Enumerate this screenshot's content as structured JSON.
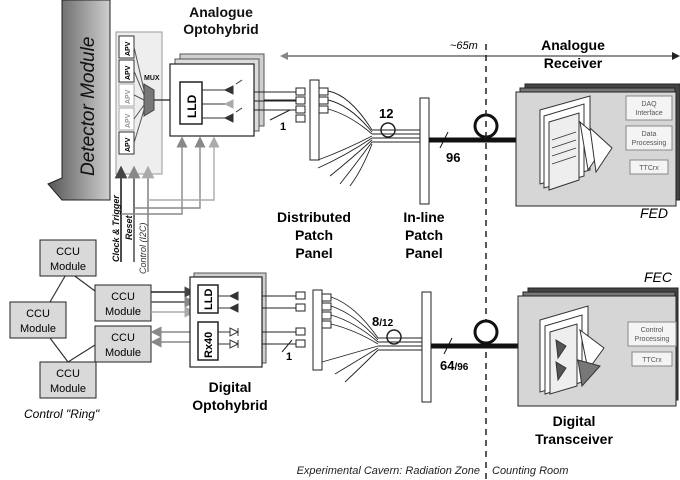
{
  "detector": {
    "module_label": "Detector Module",
    "apv_label": "APV",
    "mux_label": "MUX"
  },
  "analogue_optohybrid": {
    "title_line1": "Analogue",
    "title_line2": "Optohybrid",
    "lld_label": "LLD"
  },
  "digital_optohybrid": {
    "title_line1": "Digital",
    "title_line2": "Optohybrid",
    "lld_label": "LLD",
    "rx_label": "Rx40"
  },
  "fiber": {
    "distance_label": "~65m",
    "count_1a": "1",
    "count_12": "12",
    "count_96": "96",
    "count_1b": "1",
    "count_8_12_a": "8",
    "count_8_12_b": "/12",
    "count_64_96_a": "64",
    "count_64_96_b": "/96"
  },
  "panels": {
    "distributed_line1": "Distributed",
    "distributed_line2": "Patch",
    "distributed_line3": "Panel",
    "inline_line1": "In-line",
    "inline_line2": "Patch",
    "inline_line3": "Panel"
  },
  "signals": {
    "clock": "Clock & Trigger",
    "reset": "Reset",
    "control": "Control (I2C)"
  },
  "ccu": {
    "line1": "CCU",
    "line2": "Module",
    "ring_label": "Control \"Ring\""
  },
  "analogue_receiver": {
    "title_line1": "Analogue",
    "title_line2": "Receiver",
    "daq_line1": "DAQ",
    "daq_line2": "Interface",
    "dp_line1": "Data",
    "dp_line2": "Processing",
    "ttcrx": "TTCrx",
    "fed_label": "FED"
  },
  "digital_transceiver": {
    "title_line1": "Digital",
    "title_line2": "Transceiver",
    "cp_line1": "Control",
    "cp_line2": "Processing",
    "ttcrx": "TTCrx",
    "fec_label": "FEC"
  },
  "zones": {
    "cavern": "Experimental Cavern: Radiation Zone",
    "counting": "Counting Room"
  }
}
